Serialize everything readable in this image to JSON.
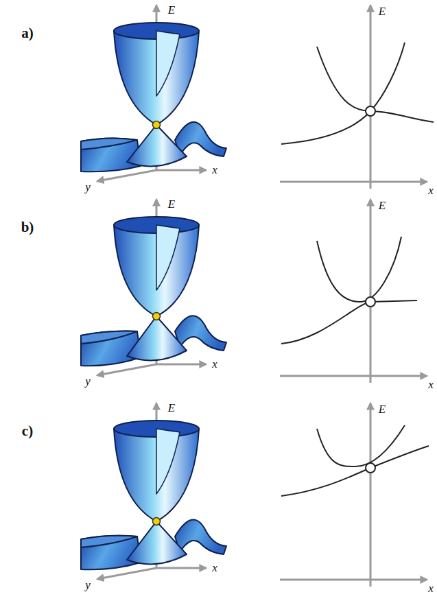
{
  "diagram": {
    "labels": [
      "a)",
      "E",
      "y",
      "x",
      "E",
      "x",
      "b)",
      "E",
      "y",
      "x",
      "E",
      "x",
      "c)",
      "E",
      "y",
      "x",
      "E",
      "x"
    ]
  }
}
